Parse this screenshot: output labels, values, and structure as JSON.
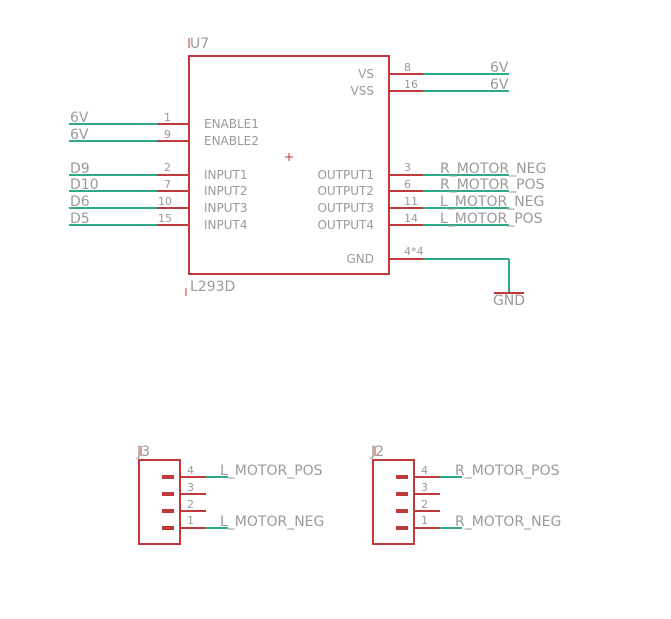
{
  "u7": {
    "ref": "U7",
    "value": "L293D",
    "left_pins": [
      {
        "num": "1",
        "name": "ENABLE1",
        "net": "6V"
      },
      {
        "num": "9",
        "name": "ENABLE2",
        "net": "6V"
      },
      {
        "num": "2",
        "name": "INPUT1",
        "net": "D9"
      },
      {
        "num": "7",
        "name": "INPUT2",
        "net": "D10"
      },
      {
        "num": "10",
        "name": "INPUT3",
        "net": "D6"
      },
      {
        "num": "15",
        "name": "INPUT4",
        "net": "D5"
      }
    ],
    "right_pins": [
      {
        "num": "8",
        "name": "VS",
        "net": "6V"
      },
      {
        "num": "16",
        "name": "VSS",
        "net": "6V"
      },
      {
        "num": "3",
        "name": "OUTPUT1",
        "net": "R_MOTOR_NEG"
      },
      {
        "num": "6",
        "name": "OUTPUT2",
        "net": "R_MOTOR_POS"
      },
      {
        "num": "11",
        "name": "OUTPUT3",
        "net": "L_MOTOR_NEG"
      },
      {
        "num": "14",
        "name": "OUTPUT4",
        "net": "L_MOTOR_POS"
      },
      {
        "num": "4*4",
        "name": "GND",
        "net": ""
      }
    ],
    "gnd_label": "GND"
  },
  "j3": {
    "ref": "J3",
    "pins": [
      {
        "num": "4",
        "net": "L_MOTOR_POS"
      },
      {
        "num": "3",
        "net": ""
      },
      {
        "num": "2",
        "net": ""
      },
      {
        "num": "1",
        "net": "L_MOTOR_NEG"
      }
    ]
  },
  "j2": {
    "ref": "J2",
    "pins": [
      {
        "num": "4",
        "net": "R_MOTOR_POS"
      },
      {
        "num": "3",
        "net": ""
      },
      {
        "num": "2",
        "net": ""
      },
      {
        "num": "1",
        "net": "R_MOTOR_NEG"
      }
    ]
  },
  "colors": {
    "component": "#c0393b",
    "wire": "#2eaa8b",
    "text": "#9a9a9a"
  }
}
